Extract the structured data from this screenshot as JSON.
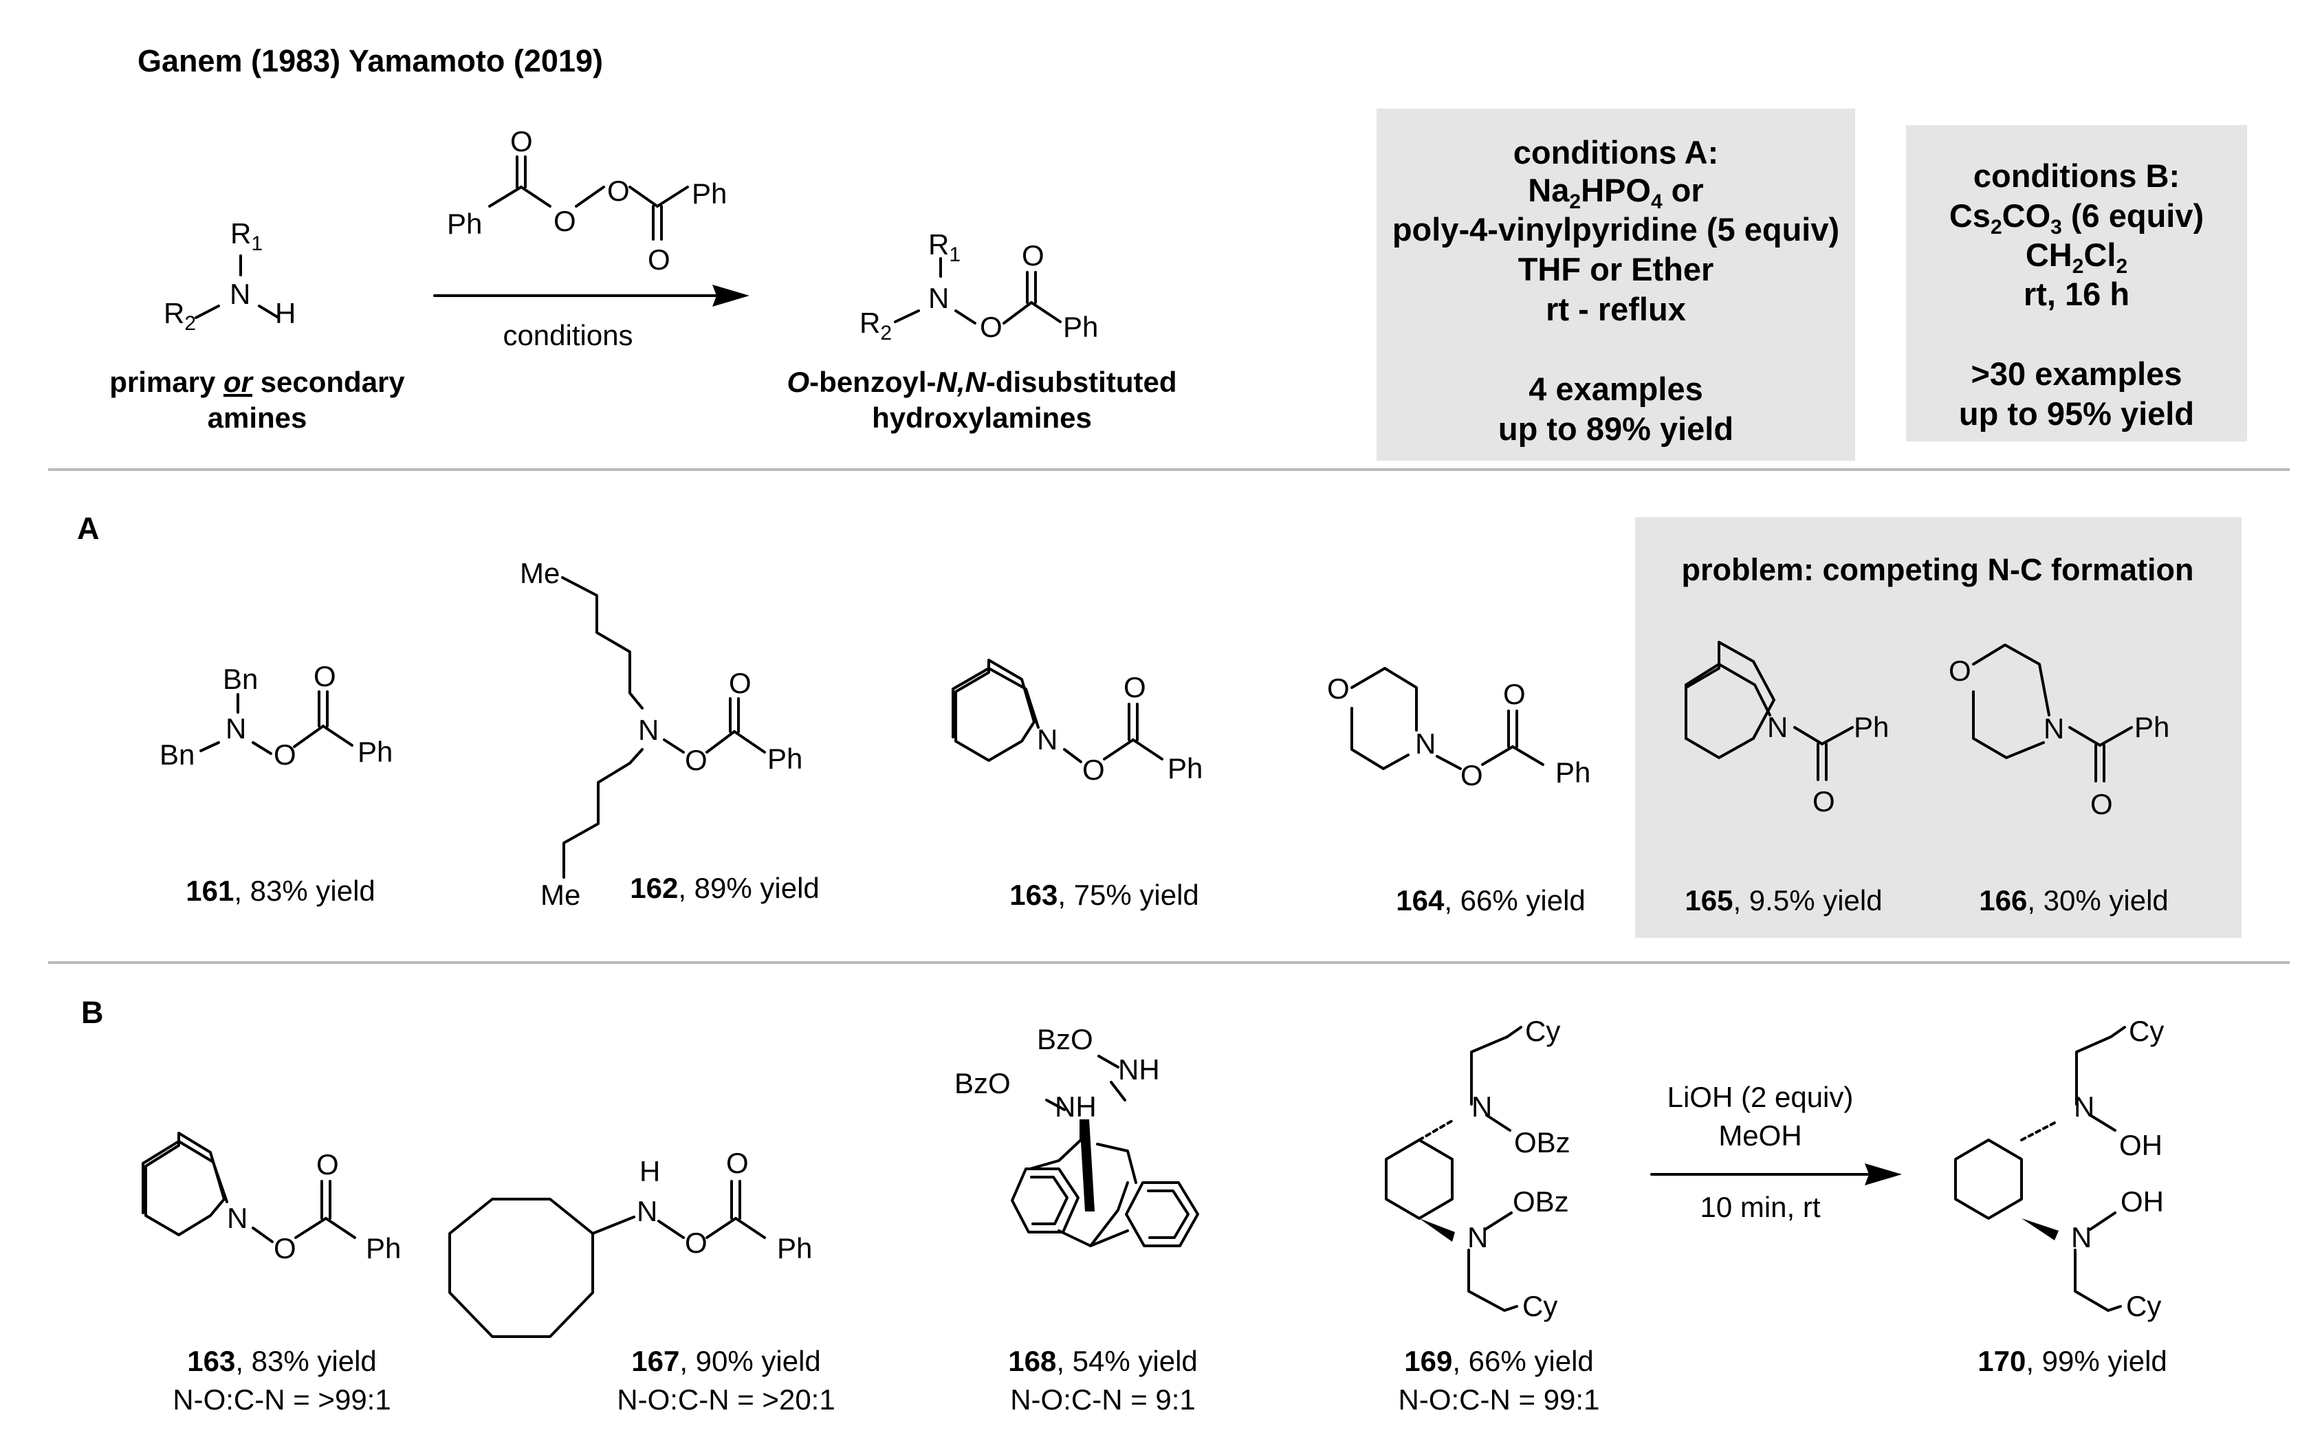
{
  "title": "Ganem (1983) Yamamoto (2019)",
  "top_scheme": {
    "reactant_label": [
      "primary ",
      "or",
      " secondary",
      "amines"
    ],
    "arrow_label": "conditions",
    "product_label": [
      "O",
      "-benzoyl-",
      "N,N",
      "-disubstituted",
      "hydroxylamines"
    ]
  },
  "conditions_a": {
    "lines": [
      "conditions A:",
      "Na2HPO4 or",
      "poly-4-vinylpyridine (5 equiv)",
      "THF or Ether",
      "rt - reflux",
      "",
      "4 examples",
      "up to 89% yield"
    ]
  },
  "conditions_b": {
    "lines": [
      "conditions B:",
      "Cs2CO3 (6 equiv)",
      "CH2Cl2",
      "rt, 16 h",
      "",
      ">30 examples",
      "up to 95% yield"
    ]
  },
  "section_a": {
    "label": "A",
    "problem_title": "problem: competing N-C formation",
    "compounds": [
      {
        "id": "161",
        "caption": ", 83% yield"
      },
      {
        "id": "162",
        "caption": ", 89% yield"
      },
      {
        "id": "163",
        "caption": ", 75% yield"
      },
      {
        "id": "164",
        "caption": ", 66% yield"
      },
      {
        "id": "165",
        "caption": ", 9.5% yield"
      },
      {
        "id": "166",
        "caption": ", 30% yield"
      }
    ]
  },
  "section_b": {
    "label": "B",
    "compounds": [
      {
        "id": "163",
        "caption": ", 83% yield",
        "ratio": "N-O:C-N = >99:1"
      },
      {
        "id": "167",
        "caption": ", 90% yield",
        "ratio": "N-O:C-N = >20:1"
      },
      {
        "id": "168",
        "caption": ", 54% yield",
        "ratio": "N-O:C-N = 9:1"
      },
      {
        "id": "169",
        "caption": ", 66% yield",
        "ratio": "N-O:C-N = 99:1"
      },
      {
        "id": "170",
        "caption": ", 99% yield",
        "ratio": ""
      }
    ],
    "reaction_conditions": [
      "LiOH (2 equiv)",
      "MeOH",
      "10 min, rt"
    ]
  },
  "atom_labels": {
    "Ph": "Ph",
    "O": "O",
    "N": "N",
    "H": "H",
    "NH": "NH",
    "OH": "OH",
    "Bn": "Bn",
    "Me": "Me",
    "Cy": "Cy",
    "R": "R",
    "OBz": "OBz",
    "BzO": "BzO",
    "one": "1",
    "two": "2",
    "four": "4",
    "three": "3"
  }
}
